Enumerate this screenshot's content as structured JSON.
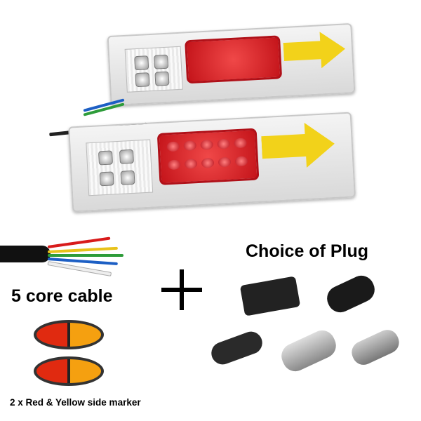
{
  "headings": {
    "plug_choice": "Choice of Plug",
    "cable": "5 core cable",
    "marker": "2 x Red & Yellow side marker"
  },
  "plus_symbol": "+",
  "colors": {
    "red_lens": "#d41c22",
    "amber_lens": "#f2d21a",
    "cable_sheath": "#111111"
  },
  "cable_wire_colors": [
    "#d81b1b",
    "#e8c21a",
    "#2e9c3a",
    "#1d5fc4",
    "#ffffff"
  ]
}
